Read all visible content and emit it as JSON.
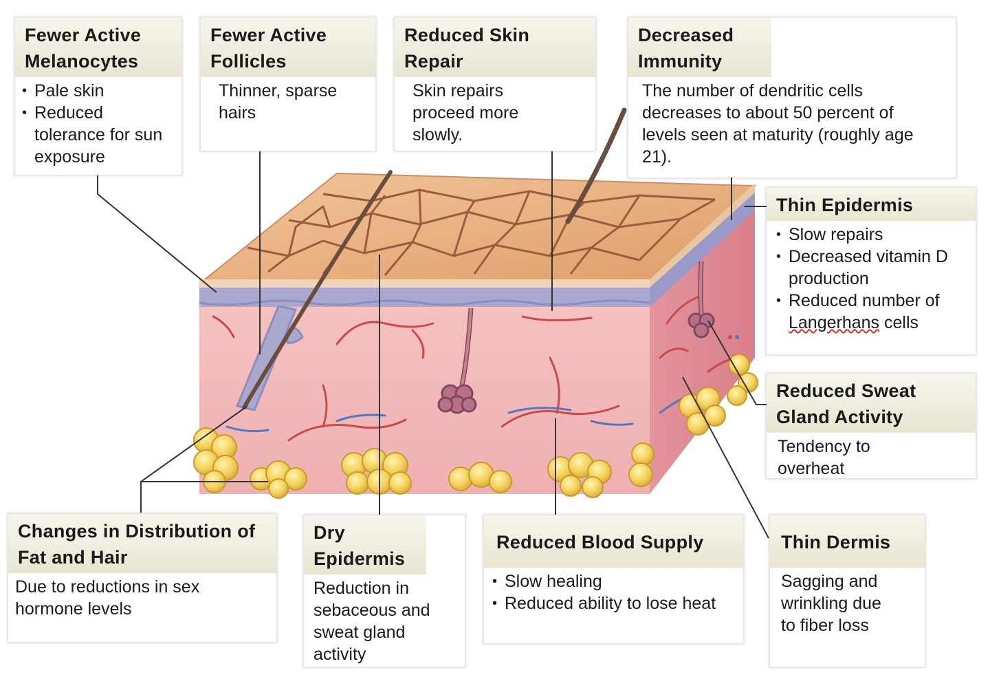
{
  "callouts": {
    "melanocytes": {
      "title": "Fewer Active Melanocytes",
      "bullets": [
        "Pale skin",
        "Reduced tolerance for sun exposure"
      ]
    },
    "follicles": {
      "title": "Fewer Active Follicles",
      "text": "Thinner, sparse hairs"
    },
    "repair": {
      "title": "Reduced Skin Repair",
      "text": "Skin repairs proceed more slowly."
    },
    "immunity": {
      "title": "Decreased Immunity",
      "text": "The number of dendritic cells decreases to about 50 percent of levels seen at maturity (roughly age 21)."
    },
    "epidermis": {
      "title": "Thin Epidermis",
      "bullets": [
        "Slow repairs",
        "Decreased vitamin D production"
      ],
      "bullet3_prefix": "Reduced number of ",
      "bullet3_word": "Langerhans",
      "bullet3_suffix": " cells"
    },
    "sweat": {
      "title": "Reduced Sweat Gland Activity",
      "text": "Tendency to overheat"
    },
    "fat_hair": {
      "title": "Changes in Distribution of Fat and Hair",
      "text": "Due to reductions in sex hormone levels"
    },
    "dry": {
      "title": "Dry Epidermis",
      "text": "Reduction in sebaceous and sweat gland activity"
    },
    "blood": {
      "title": "Reduced Blood Supply",
      "bullets": [
        "Slow healing",
        "Reduced ability to lose heat"
      ]
    },
    "dermis": {
      "title": "Thin Dermis",
      "text": "Sagging and wrinkling due to fiber loss"
    }
  },
  "colors": {
    "skin_surface": "#e7a877",
    "skin_crack": "#9a5c3c",
    "epidermis": "#a9a9d0",
    "dermis": "#f0b4b4",
    "dermis_side": "#dd8a96",
    "fat": "#f2cf55",
    "vessel_red": "#c84a4a",
    "vessel_blue": "#5577bb",
    "hair": "#6b4d3d",
    "leader": "#333333"
  }
}
